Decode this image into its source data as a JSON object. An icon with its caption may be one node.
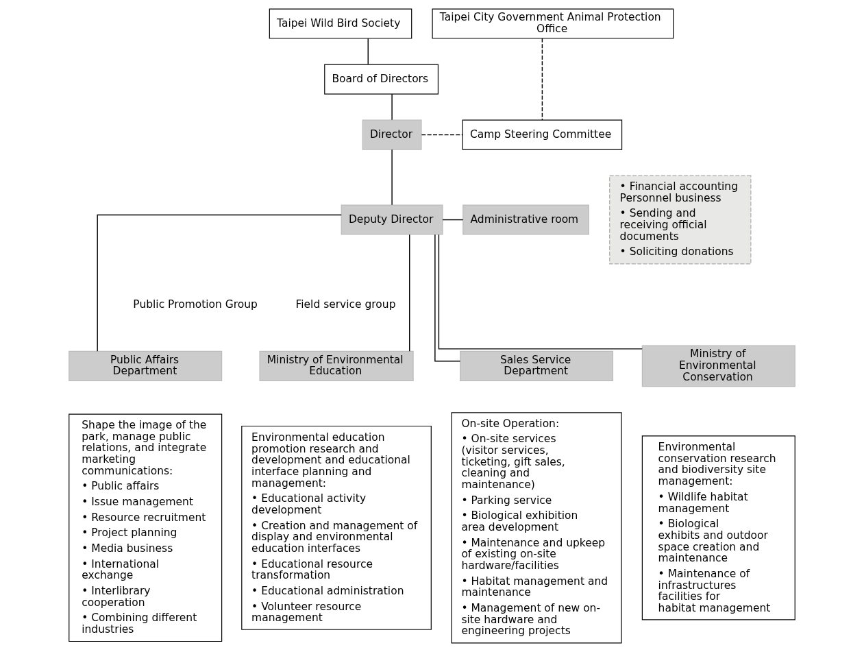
{
  "diagram": {
    "nodes": [
      {
        "text": [
          "Taipei Wild Bird Society"
        ]
      },
      {
        "text": [
          "Taipei City Government Animal Protection Office"
        ]
      },
      {
        "text": [
          "Board of Directors"
        ]
      },
      {
        "text": [
          "Director"
        ]
      },
      {
        "text": [
          "Camp Steering Committee"
        ]
      },
      {
        "text": [
          "Deputy Director"
        ]
      },
      {
        "text": [
          "Administrative room"
        ]
      },
      {
        "text": [
          "• Financial accounting Personnel business",
          "• Sending and receiving official documents",
          "• Soliciting donations"
        ]
      },
      {
        "text": [
          "Public Affairs Department"
        ]
      },
      {
        "text": [
          "Shape the image of the park, manage public relations, and integrate marketing communications:",
          "• Public affairs",
          "• Issue management",
          "• Resource recruitment",
          "• Project planning",
          "• Media business",
          "• International exchange",
          "• Interlibrary cooperation",
          "• Combining different industries"
        ]
      },
      {
        "text": [
          "Ministry of Environmental Education"
        ]
      },
      {
        "text": [
          "Environmental education promotion research and development and educational interface planning and management:",
          "• Educational activity development",
          "• Creation and management of display and environmental education interfaces",
          "• Educational resource transformation",
          "• Educational administration",
          "• Volunteer resource management"
        ]
      },
      {
        "text": [
          "Sales Service Department"
        ]
      },
      {
        "text": [
          "On-site Operation:",
          "• On-site services (visitor services, ticketing, gift sales, cleaning and maintenance)",
          "• Parking service",
          "• Biological exhibition area development",
          "• Maintenance and upkeep of existing on-site hardware/facilities",
          "• Habitat management and maintenance",
          "• Management of new on-site hardware and engineering projects"
        ]
      },
      {
        "text": [
          "Ministry of Environmental Conservation"
        ]
      },
      {
        "text": [
          "Environmental conservation research and biodiversity site management:",
          "• Wildlife habitat management",
          "• Biological exhibits and outdoor space creation and maintenance",
          "• Maintenance of infrastructures facilities for habitat management"
        ]
      }
    ],
    "edges": [
      {
        "from": 0,
        "to": 2,
        "arrow": "none"
      },
      {
        "from": 2,
        "to": 3,
        "arrow": "none"
      },
      {
        "from": 1,
        "to": 4,
        "arrow": "none",
        "style": "dashed"
      },
      {
        "from": 3,
        "to": 4,
        "arrow": "none",
        "style": "dashed"
      },
      {
        "from": 3,
        "to": 5,
        "arrow": "none"
      },
      {
        "from": 5,
        "to": 6,
        "arrow": "none"
      },
      {
        "from": 5,
        "to": 8,
        "arrow": "none"
      },
      {
        "from": 5,
        "to": 10,
        "arrow": "none"
      },
      {
        "from": 5,
        "to": 12,
        "arrow": "none"
      },
      {
        "from": 5,
        "to": 14,
        "arrow": "none"
      }
    ],
    "labels": [
      "Public Promotion Group",
      "Field service group"
    ]
  }
}
